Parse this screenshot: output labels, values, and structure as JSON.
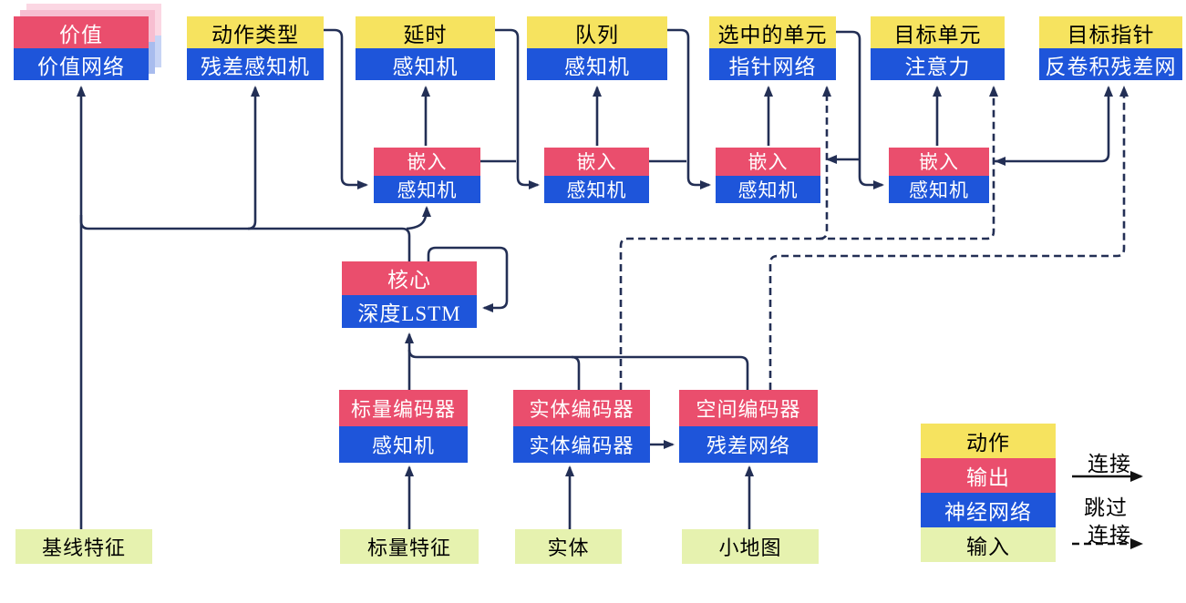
{
  "nodes": {
    "value": {
      "top": "价值",
      "bottom": "价值网络"
    },
    "action_type": {
      "top": "动作类型",
      "bottom": "残差感知机"
    },
    "delay": {
      "top": "延时",
      "bottom": "感知机"
    },
    "queued": {
      "top": "队列",
      "bottom": "感知机"
    },
    "selected_units": {
      "top": "选中的单元",
      "bottom": "指针网络"
    },
    "target_unit": {
      "top": "目标单元",
      "bottom": "注意力"
    },
    "target_point": {
      "top": "目标指针",
      "bottom": "反卷积残差网"
    },
    "embed1": {
      "top": "嵌入",
      "bottom": "感知机"
    },
    "embed2": {
      "top": "嵌入",
      "bottom": "感知机"
    },
    "embed3": {
      "top": "嵌入",
      "bottom": "感知机"
    },
    "embed4": {
      "top": "嵌入",
      "bottom": "感知机"
    },
    "core": {
      "top": "核心",
      "bottom": "深度LSTM"
    },
    "scalar_encoder": {
      "top": "标量编码器",
      "bottom": "感知机"
    },
    "entity_encoder": {
      "top": "实体编码器",
      "bottom": "实体编码器"
    },
    "spatial_encoder": {
      "top": "空间编码器",
      "bottom": "残差网络"
    },
    "baseline_features": {
      "label": "基线特征"
    },
    "scalar_features": {
      "label": "标量特征"
    },
    "entities": {
      "label": "实体"
    },
    "minimap": {
      "label": "小地图"
    }
  },
  "legend": {
    "items": [
      {
        "key": "action",
        "label": "动作",
        "color": "#F6E35F"
      },
      {
        "key": "output",
        "label": "输出",
        "color": "#EA4E6D"
      },
      {
        "key": "neural_network",
        "label": "神经网络",
        "color": "#1E55DA"
      },
      {
        "key": "input",
        "label": "输入",
        "color": "#E6F2AF"
      }
    ],
    "solid_arrow_label": "连接",
    "dashed_arrow_label_line1": "跳过",
    "dashed_arrow_label_line2": "连接"
  },
  "colors": {
    "action_yellow": "#F6E35F",
    "output_red": "#EA4E6D",
    "network_blue": "#1E55DA",
    "input_green": "#E6F2AF",
    "edge_navy": "#232F55",
    "shadow_pink_near": "#F7BED1",
    "shadow_pink_far": "#FBD7E3",
    "shadow_blue_near": "#A8BCEE",
    "shadow_blue_far": "#C7D4F5"
  }
}
